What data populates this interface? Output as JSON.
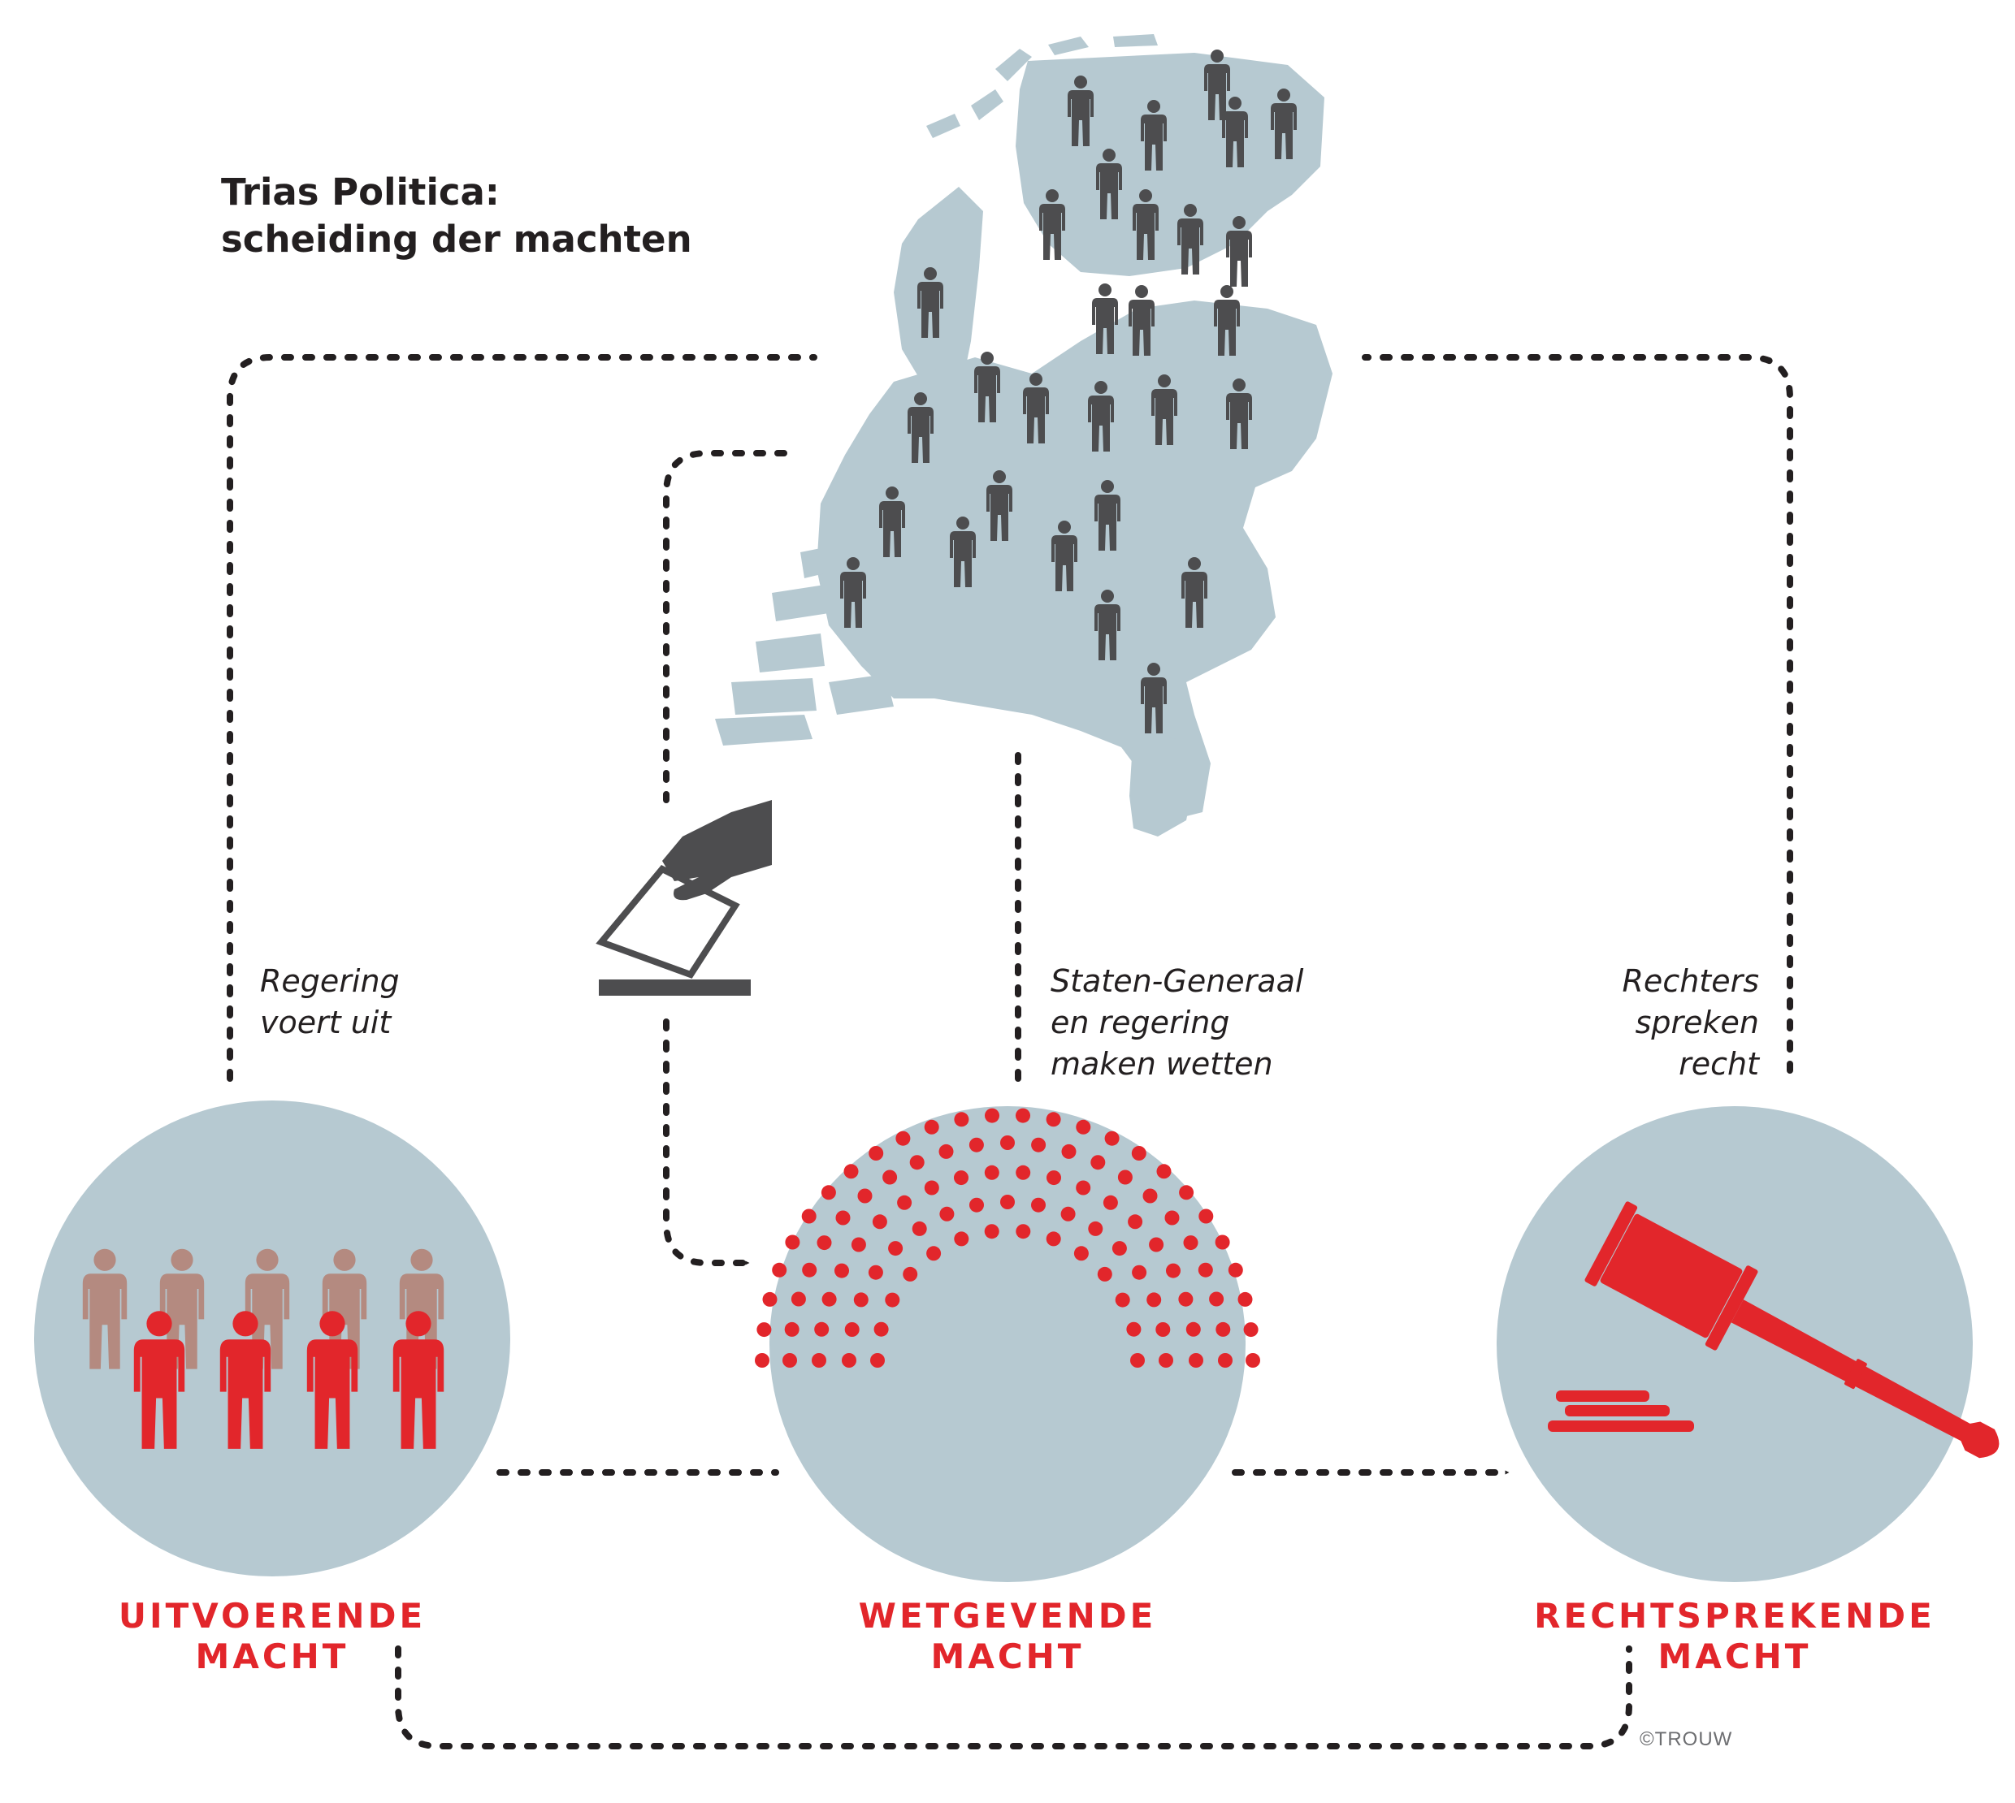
{
  "title": {
    "line1": "Trias Politica:",
    "line2": "scheiding der machten"
  },
  "captions": {
    "executive": [
      "Regering",
      "voert uit"
    ],
    "legislative": [
      "Staten-Generaal",
      "en regering",
      "maken wetten"
    ],
    "judicial": [
      "Rechters",
      "spreken",
      "recht"
    ]
  },
  "powers": {
    "executive": [
      "UITVOERENDE",
      "MACHT"
    ],
    "legislative": [
      "WETGEVENDE",
      "MACHT"
    ],
    "judicial": [
      "RECHTSPREKENDE",
      "MACHT"
    ]
  },
  "credit": "©TROUW",
  "colors": {
    "accent_red": "#e2262b",
    "circle_fill": "#b6c9d1",
    "map_fill": "#b6c9d1",
    "citizen_gray": "#4d4d4f",
    "faded_person": "#b48a80",
    "arrow": "#231f20"
  },
  "icons": {
    "map": "netherlands-map-icon",
    "voting": "ballot-hand-icon",
    "executive": "government-people-icon",
    "legislative": "parliament-seats-icon",
    "judicial": "gavel-icon"
  }
}
